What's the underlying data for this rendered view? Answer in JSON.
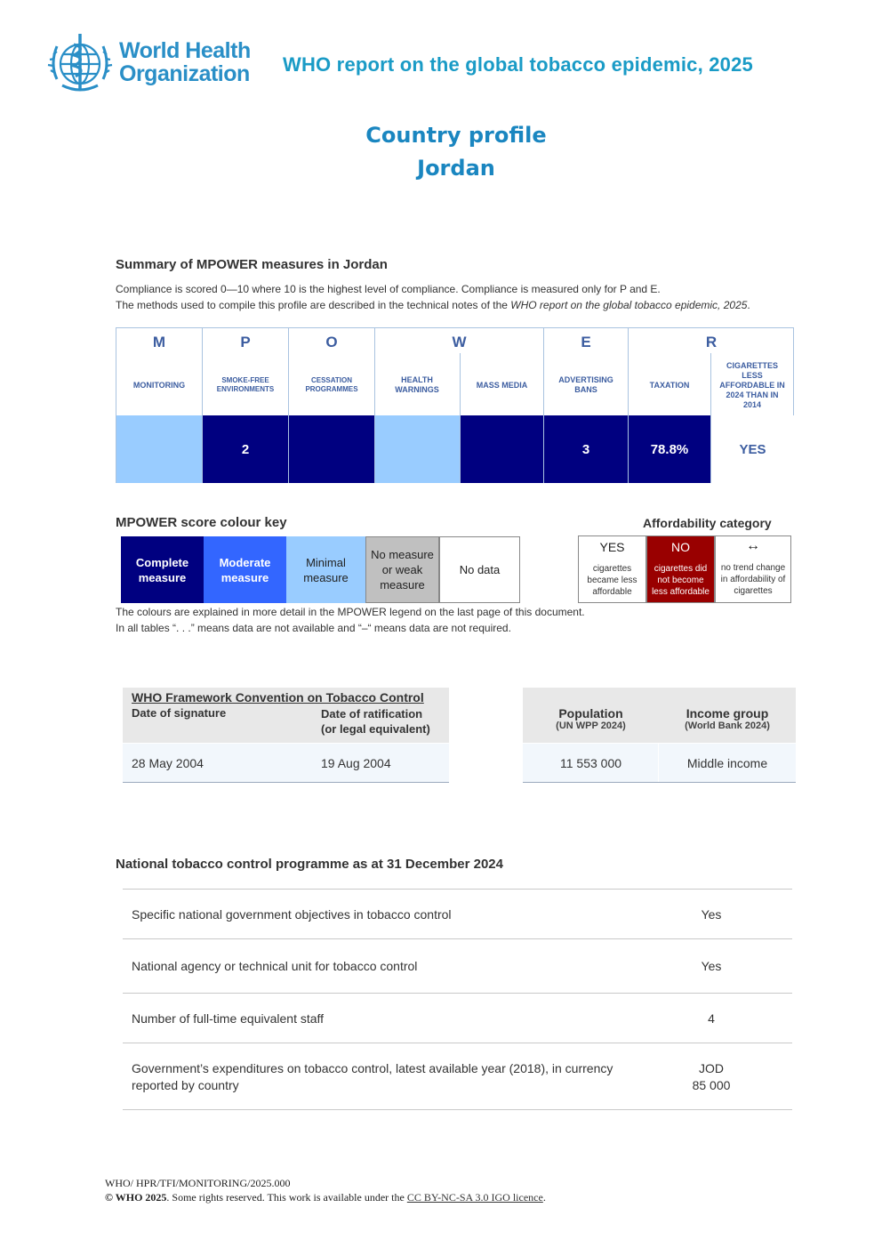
{
  "header": {
    "org_line1": "World Health",
    "org_line2": "Organization",
    "report_title": "WHO report on the global tobacco epidemic, 2025",
    "profile_title": "Country profile",
    "country": "Jordan"
  },
  "summary": {
    "heading": "Summary of MPOWER measures in Jordan",
    "note1": "Compliance is scored 0—10 where 10 is the highest level of compliance. Compliance is measured only for P and E.",
    "note2_prefix": "The methods used to compile this profile are described in the technical notes of the ",
    "note2_italic": "WHO report on the global tobacco epidemic, 2025",
    "note2_suffix": "."
  },
  "mpower": {
    "letters": [
      "M",
      "P",
      "O",
      "W",
      "E",
      "R"
    ],
    "labels": {
      "monitoring": "MONITORING",
      "smoke_free": "SMOKE-FREE ENVIRONMENTS",
      "cessation": "CESSATION PROGRAMMES",
      "health_warnings": "HEALTH WARNINGS",
      "mass_media": "MASS MEDIA",
      "advertising": "ADVERTISING BANS",
      "taxation": "TAXATION",
      "affordability": "CIGARETTES LESS AFFORDABLE IN 2024 THAN IN 2014"
    },
    "values": {
      "monitoring": "",
      "smoke_free": "2",
      "cessation": "",
      "health_warnings": "",
      "mass_media": "",
      "advertising": "3",
      "taxation": "78.8%",
      "affordability": "YES"
    },
    "colors": {
      "complete": "#000080",
      "moderate": "#3366ff",
      "minimal": "#99ccff",
      "no_measure": "#c0c0c0",
      "no_data": "#ffffff"
    }
  },
  "colour_key": {
    "heading": "MPOWER score colour key",
    "complete": "Complete measure",
    "moderate": "Moderate measure",
    "minimal": "Minimal measure",
    "no_measure": "No measure or weak measure",
    "no_data": "No data",
    "note1": "The colours are explained in more detail in the MPOWER legend on the last page of this document.",
    "note2": "In all tables “. . .” means data are not available and “–“ means data are not required."
  },
  "affordability_key": {
    "heading": "Affordability category",
    "yes_label": "YES",
    "yes_desc": "cigarettes became less affordable",
    "no_label": "NO",
    "no_desc": "cigarettes did not become less affordable",
    "trend_label": "↔",
    "trend_desc": "no trend change in affordability of cigarettes",
    "no_color": "#990000"
  },
  "fctc": {
    "title": "WHO Framework Convention on Tobacco Control",
    "sig_header": "Date of signature",
    "rat_header1": "Date of ratification",
    "rat_header2": "(or legal equivalent)",
    "sig_date": "28 May 2004",
    "rat_date": "19 Aug 2004"
  },
  "population": {
    "pop_header": "Population",
    "pop_source": "(UN WPP 2024)",
    "income_header": "Income group",
    "income_source": "(World Bank 2024)",
    "pop_value": "11 553 000",
    "income_value": "Middle income"
  },
  "programme": {
    "heading": "National tobacco control programme as at 31 December 2024",
    "rows": [
      {
        "label": "Specific national government objectives in tobacco control",
        "value": "Yes"
      },
      {
        "label": "National agency or technical unit for tobacco control",
        "value": "Yes"
      },
      {
        "label": "Number of full-time equivalent staff",
        "value": "4"
      },
      {
        "label": "Government’s expenditures on tobacco control, latest available year (2018), in currency",
        "label2": "reported by country",
        "value": "JOD",
        "value2": "85 000"
      }
    ]
  },
  "footer": {
    "doc_code": "WHO/ HPR/TFI/MONITORING/2025.000",
    "copyright_bold": "© WHO 2025",
    "copyright_text": ". Some rights reserved. This work is available under the ",
    "licence_link": "CC BY-NC-SA 3.0 IGO licence",
    "end": "."
  }
}
